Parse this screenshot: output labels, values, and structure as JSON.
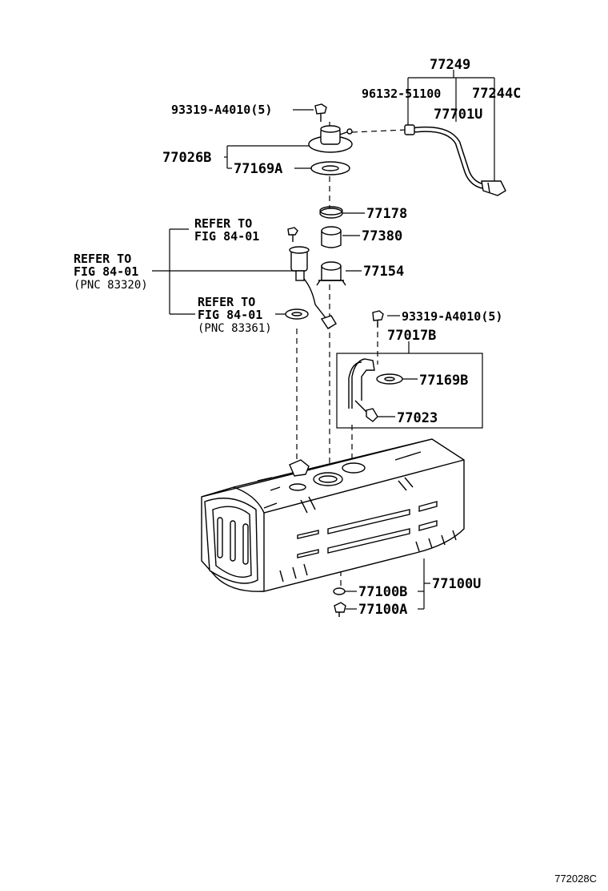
{
  "labels": {
    "p77249": "77249",
    "p96132": "96132-51100",
    "p77244c": "77244C",
    "p77701u": "77701U",
    "p93319_top": "93319-A4010(5)",
    "p77026b": "77026B",
    "p77169a": "77169A",
    "p77178": "77178",
    "p77380": "77380",
    "p77154": "77154",
    "p93319_right": "93319-A4010(5)",
    "p77017b": "77017B",
    "p77169b": "77169B",
    "p77023": "77023",
    "p77100u": "77100U",
    "p77100b": "77100B",
    "p77100a": "77100A"
  },
  "refs": {
    "top": {
      "line1": "REFER TO",
      "line2": "FIG 84-01"
    },
    "left": {
      "line1": "REFER TO",
      "line2": "FIG 84-01",
      "line3": "(PNC 83320)"
    },
    "mid": {
      "line1": "REFER TO",
      "line2": "FIG 84-01",
      "line3": "(PNC 83361)"
    }
  },
  "diagram_code": "772028C"
}
